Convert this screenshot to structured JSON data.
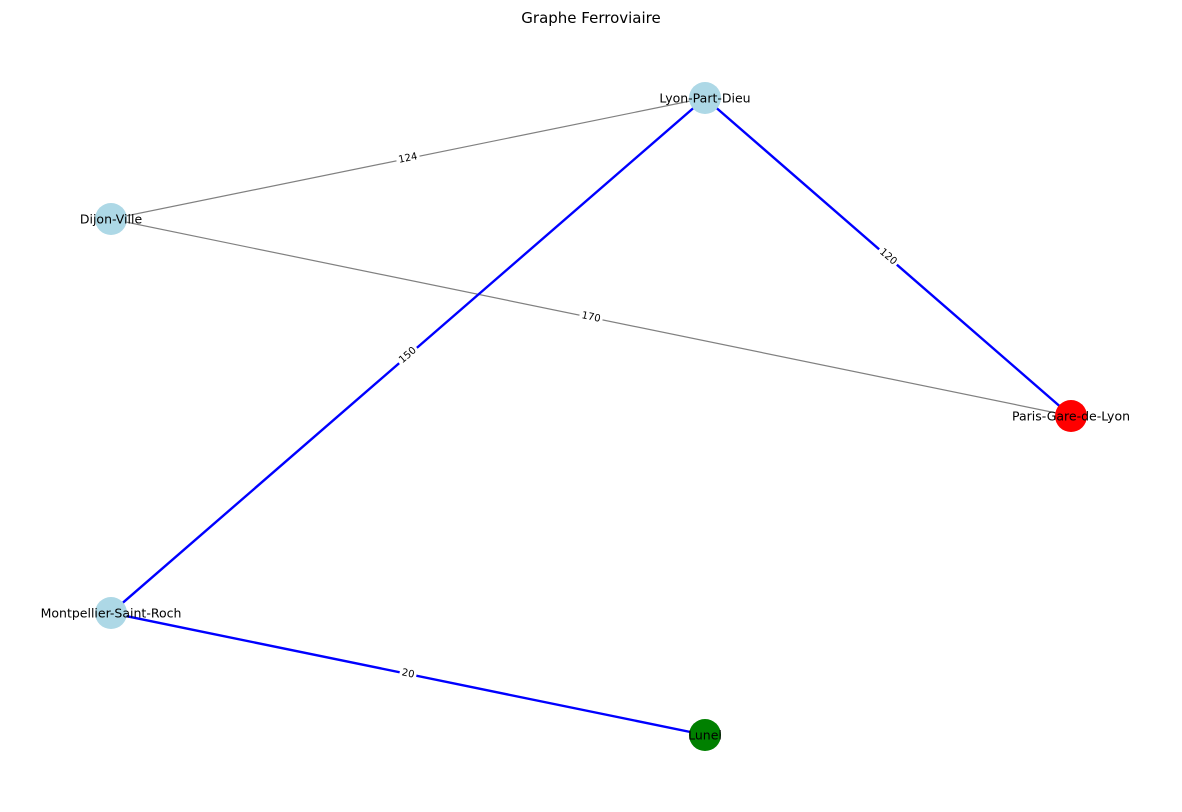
{
  "title": "Graphe Ferroviaire",
  "colors": {
    "default_node": "#add8e6",
    "start_node": "#ff0000",
    "end_node": "#008000",
    "default_edge": "#808080",
    "path_edge": "#0000ff"
  },
  "nodes": [
    {
      "id": "lyon",
      "label": "Lyon-Part-Dieu",
      "role": "default"
    },
    {
      "id": "dijon",
      "label": "Dijon-Ville",
      "role": "default"
    },
    {
      "id": "paris",
      "label": "Paris-Gare-de-Lyon",
      "role": "start"
    },
    {
      "id": "montpellier",
      "label": "Montpellier-Saint-Roch",
      "role": "default"
    },
    {
      "id": "lunel",
      "label": "Lunel",
      "role": "end"
    }
  ],
  "edges": [
    {
      "from": "dijon",
      "to": "lyon",
      "weight": "124",
      "on_path": false
    },
    {
      "from": "dijon",
      "to": "paris",
      "weight": "170",
      "on_path": false
    },
    {
      "from": "lyon",
      "to": "paris",
      "weight": "120",
      "on_path": true
    },
    {
      "from": "lyon",
      "to": "montpellier",
      "weight": "150",
      "on_path": true
    },
    {
      "from": "montpellier",
      "to": "lunel",
      "weight": "20",
      "on_path": true
    }
  ]
}
